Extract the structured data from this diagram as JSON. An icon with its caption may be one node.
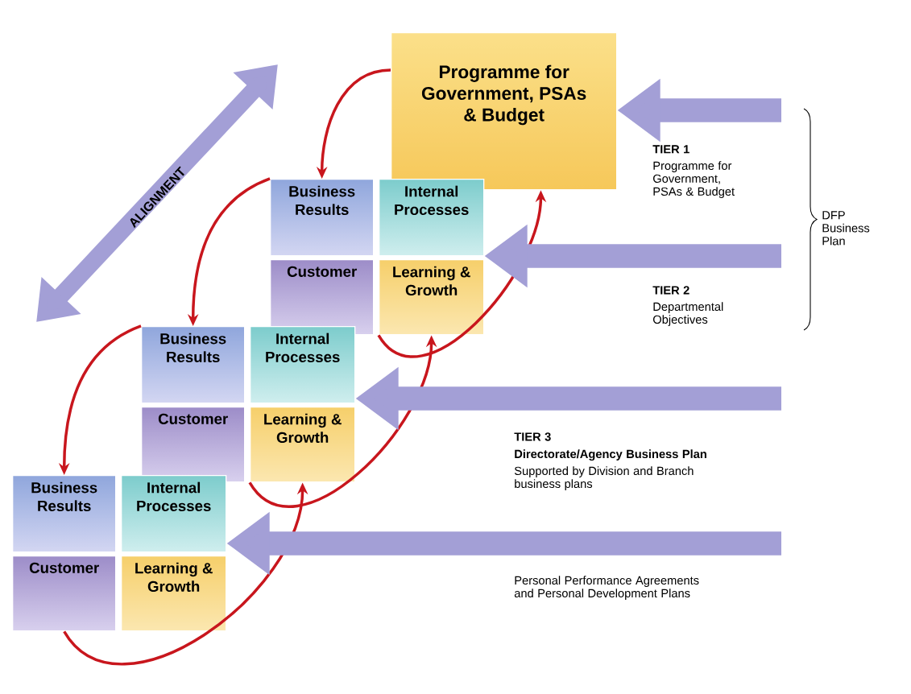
{
  "diagram": {
    "nodes": [
      {
        "text": [
          "Programme for Government, PSAs & Budget"
        ]
      },
      {
        "text": [
          "Business Results"
        ]
      },
      {
        "text": [
          "Internal Processes"
        ]
      },
      {
        "text": [
          "Customer"
        ]
      },
      {
        "text": [
          "Learning & Growth"
        ]
      },
      {
        "text": [
          "Business Results"
        ]
      },
      {
        "text": [
          "Internal Processes"
        ]
      },
      {
        "text": [
          "Customer"
        ]
      },
      {
        "text": [
          "Learning & Growth"
        ]
      },
      {
        "text": [
          "Business Results"
        ]
      },
      {
        "text": [
          "Internal Processes"
        ]
      },
      {
        "text": [
          "Customer"
        ]
      },
      {
        "text": [
          "Learning & Growth"
        ]
      }
    ],
    "edges": [
      {
        "from": 0,
        "to": 1,
        "arrow": "to"
      },
      {
        "from": 1,
        "to": 5,
        "arrow": "to"
      },
      {
        "from": 5,
        "to": 9,
        "arrow": "to"
      },
      {
        "from": 4,
        "to": 0,
        "arrow": "to"
      },
      {
        "from": 8,
        "to": 4,
        "arrow": "to"
      },
      {
        "from": 11,
        "to": 8,
        "arrow": "to"
      },
      {
        "from": null,
        "to": 0,
        "arrow": "to",
        "style": "thick",
        "color": "#a39fd6"
      },
      {
        "from": null,
        "to": 4,
        "arrow": "to",
        "style": "thick",
        "color": "#a39fd6"
      },
      {
        "from": null,
        "to": 6,
        "arrow": "to",
        "style": "thick",
        "color": "#a39fd6"
      },
      {
        "from": null,
        "to": 10,
        "arrow": "to",
        "style": "thick",
        "color": "#a39fd6"
      }
    ],
    "labels": [
      "ALIGNMENT",
      "TIER 1",
      "Programme for Government, PSAs & Budget",
      "DFP Business Plan",
      "TIER 2",
      "Departmental Objectives",
      "TIER 3",
      "Directorate/Agency Business Plan",
      "Supported by Division and Branch business plans",
      "Personal Performance Agreements and Personal Development Plans"
    ]
  }
}
